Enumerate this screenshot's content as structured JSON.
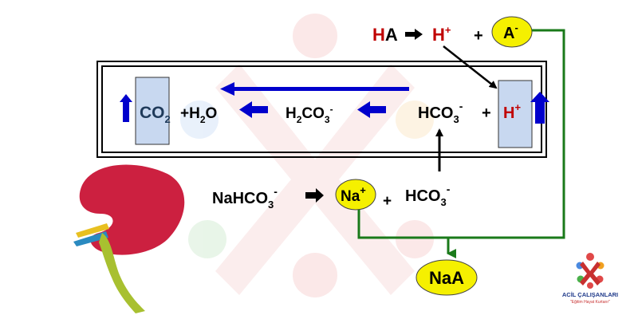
{
  "equations": {
    "dissociation": {
      "acid_h": "H",
      "acid_a": "A",
      "proton": "H",
      "proton_sup": "+",
      "plus": "+",
      "anion": "A",
      "anion_sup": "-"
    },
    "buffer": {
      "co2_main": "CO",
      "co2_sub": "2",
      "plus_h2o": "+H",
      "h2o_sub": "2",
      "h2o_o": "O",
      "carbonic_h": "H",
      "carbonic_h_sub": "2",
      "carbonic_co": "CO",
      "carbonic_co_sub": "3",
      "carbonic_sup": "-",
      "bicarb_main": "HCO",
      "bicarb_sub": "3",
      "bicarb_sup": "-",
      "plus": "+",
      "proton": "H",
      "proton_sup": "+"
    },
    "sodium_bicarb": {
      "nahco_main": "NaHCO",
      "nahco_sub": "3",
      "nahco_sup": "-",
      "na": "Na",
      "na_sup": "+",
      "plus": "+",
      "bicarb_main": "HCO",
      "bicarb_sub": "3",
      "bicarb_sup": "-"
    },
    "product": {
      "naa": "NaA"
    }
  },
  "logo": {
    "name": "ACİL ÇALIŞANLARI",
    "tagline": "\"Eğitim Hayat Kurtarır\""
  },
  "colors": {
    "red": "#c00000",
    "blue_arrow": "#0000cc",
    "green_line": "#1a7a1a",
    "yellow": "#f5f000",
    "box_fill": "#c8d8f0"
  }
}
